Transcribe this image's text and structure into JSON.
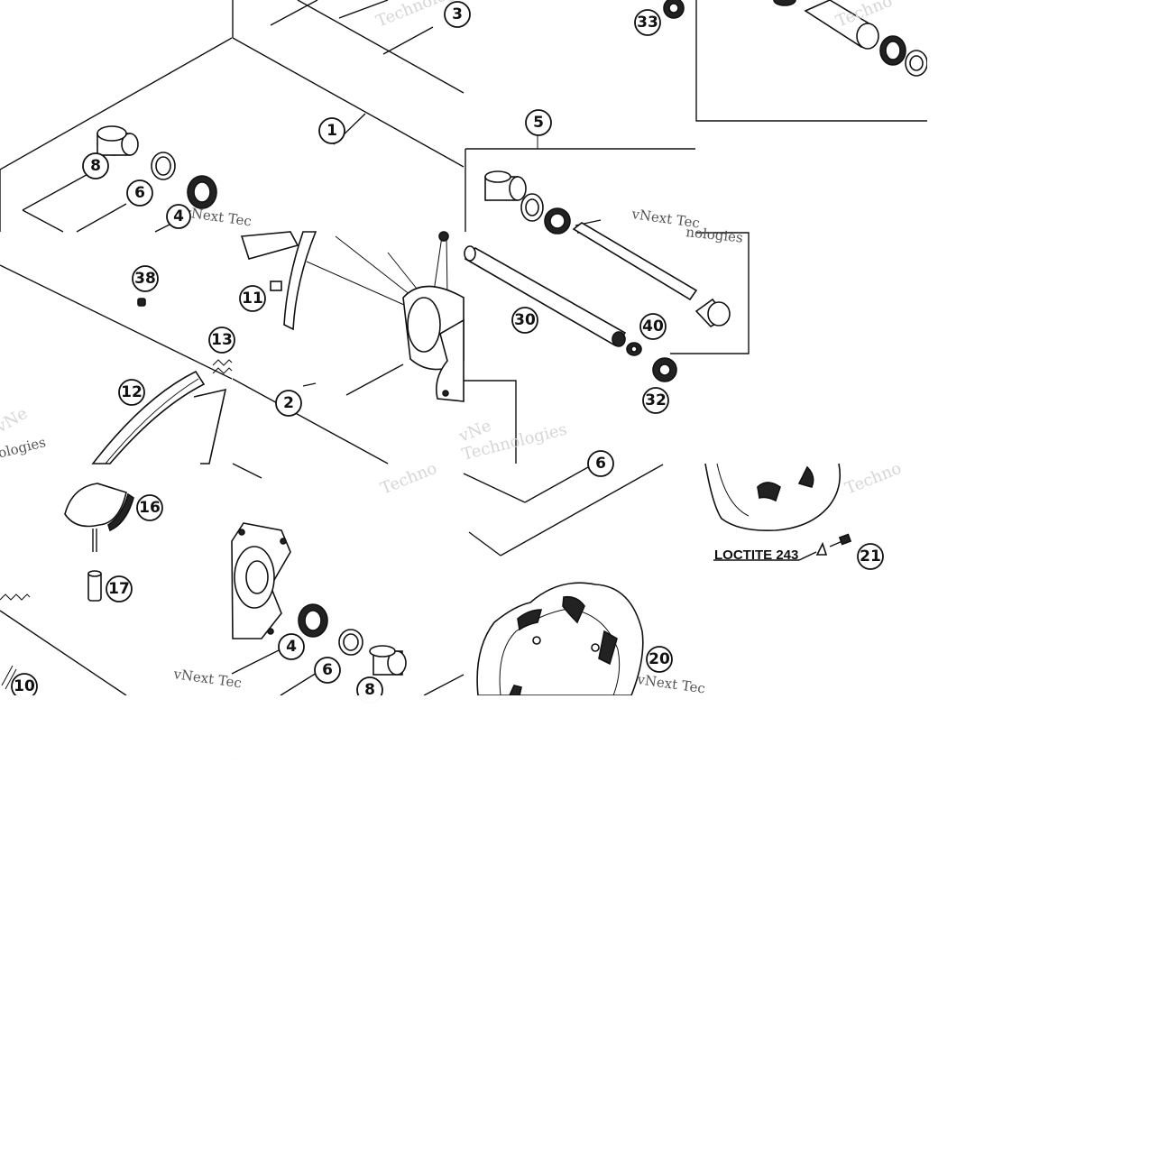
{
  "watermarks": {
    "technologies": "Technologies",
    "vnext_tec": "vNext Tec",
    "vnext_technologies": "vNext Technologies",
    "nologies": "nologies",
    "techno": "Techno",
    "vnext": "vNe"
  },
  "note": "LOCTITE 243",
  "callouts": [
    "1",
    "2",
    "4",
    "4",
    "5",
    "6",
    "6",
    "8",
    "8",
    "10",
    "11",
    "12",
    "13",
    "16",
    "17",
    "20",
    "21",
    "30",
    "32",
    "33",
    "38",
    "40",
    "3",
    "6"
  ]
}
